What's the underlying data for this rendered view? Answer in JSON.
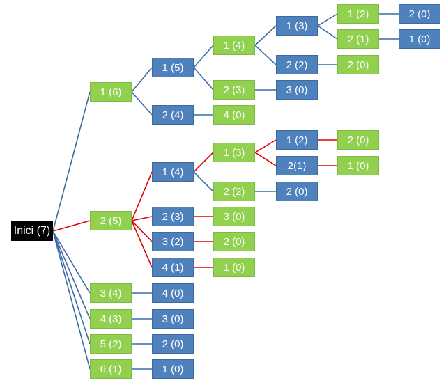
{
  "colors": {
    "green": "#92d050",
    "blue": "#4f81bd",
    "black": "#000000",
    "edge_blue": "#3a6aa8",
    "edge_red": "#e00000"
  },
  "nodes": [
    {
      "id": "root",
      "label": "Inici (7)",
      "color": "black"
    },
    {
      "id": "n16",
      "label": "1 (6)",
      "color": "green"
    },
    {
      "id": "n25",
      "label": "2 (5)",
      "color": "green"
    },
    {
      "id": "n34",
      "label": "3 (4)",
      "color": "green"
    },
    {
      "id": "n43",
      "label": "4 (3)",
      "color": "green"
    },
    {
      "id": "n52",
      "label": "5 (2)",
      "color": "green"
    },
    {
      "id": "n61",
      "label": "6 (1)",
      "color": "green"
    },
    {
      "id": "a15",
      "label": "1 (5)",
      "color": "blue"
    },
    {
      "id": "a24",
      "label": "2 (4)",
      "color": "blue"
    },
    {
      "id": "a14",
      "label": "1 (4)",
      "color": "green"
    },
    {
      "id": "a23",
      "label": "2 (3)",
      "color": "green"
    },
    {
      "id": "a40",
      "label": "4 (0)",
      "color": "green"
    },
    {
      "id": "a13",
      "label": "1 (3)",
      "color": "blue"
    },
    {
      "id": "a22",
      "label": "2 (2)",
      "color": "blue"
    },
    {
      "id": "a30",
      "label": "3 (0)",
      "color": "blue"
    },
    {
      "id": "a12",
      "label": "1 (2)",
      "color": "green"
    },
    {
      "id": "a21",
      "label": "2 (1)",
      "color": "green"
    },
    {
      "id": "a20",
      "label": "2 (0)",
      "color": "green"
    },
    {
      "id": "a20b",
      "label": "2 (0)",
      "color": "blue"
    },
    {
      "id": "a10",
      "label": "1 (0)",
      "color": "blue"
    },
    {
      "id": "b14",
      "label": "1 (4)",
      "color": "blue"
    },
    {
      "id": "b23",
      "label": "2 (3)",
      "color": "blue"
    },
    {
      "id": "b32",
      "label": "3 (2)",
      "color": "blue"
    },
    {
      "id": "b41",
      "label": "4 (1)",
      "color": "blue"
    },
    {
      "id": "b13",
      "label": "1 (3)",
      "color": "green"
    },
    {
      "id": "b22",
      "label": "2 (2)",
      "color": "green"
    },
    {
      "id": "b30",
      "label": "3 (0)",
      "color": "green"
    },
    {
      "id": "b20",
      "label": "2 (0)",
      "color": "green"
    },
    {
      "id": "b10",
      "label": "1 (0)",
      "color": "green"
    },
    {
      "id": "b12",
      "label": "1 (2)",
      "color": "blue"
    },
    {
      "id": "b21",
      "label": "2(1)",
      "color": "blue"
    },
    {
      "id": "b20b",
      "label": "2 (0)",
      "color": "blue"
    },
    {
      "id": "b20c",
      "label": "2 (0)",
      "color": "green"
    },
    {
      "id": "b10b",
      "label": "1 (0)",
      "color": "green"
    },
    {
      "id": "c40",
      "label": "4 (0)",
      "color": "blue"
    },
    {
      "id": "c30",
      "label": "3 (0)",
      "color": "blue"
    },
    {
      "id": "c20",
      "label": "2 (0)",
      "color": "blue"
    },
    {
      "id": "c10",
      "label": "1 (0)",
      "color": "blue"
    }
  ],
  "edges": [
    {
      "from": "root",
      "to": "n16",
      "color": "blue"
    },
    {
      "from": "root",
      "to": "n25",
      "color": "red"
    },
    {
      "from": "root",
      "to": "n34",
      "color": "blue"
    },
    {
      "from": "root",
      "to": "n43",
      "color": "blue"
    },
    {
      "from": "root",
      "to": "n52",
      "color": "blue"
    },
    {
      "from": "root",
      "to": "n61",
      "color": "blue"
    },
    {
      "from": "n16",
      "to": "a15",
      "color": "blue"
    },
    {
      "from": "n16",
      "to": "a24",
      "color": "blue"
    },
    {
      "from": "a15",
      "to": "a14",
      "color": "blue"
    },
    {
      "from": "a15",
      "to": "a23",
      "color": "blue"
    },
    {
      "from": "a24",
      "to": "a40",
      "color": "blue"
    },
    {
      "from": "a14",
      "to": "a13",
      "color": "blue"
    },
    {
      "from": "a14",
      "to": "a22",
      "color": "blue"
    },
    {
      "from": "a23",
      "to": "a30",
      "color": "blue"
    },
    {
      "from": "a13",
      "to": "a12",
      "color": "blue"
    },
    {
      "from": "a13",
      "to": "a21",
      "color": "blue"
    },
    {
      "from": "a22",
      "to": "a20",
      "color": "blue"
    },
    {
      "from": "a12",
      "to": "a20b",
      "color": "blue"
    },
    {
      "from": "a21",
      "to": "a10",
      "color": "blue"
    },
    {
      "from": "n25",
      "to": "b14",
      "color": "red"
    },
    {
      "from": "n25",
      "to": "b23",
      "color": "red"
    },
    {
      "from": "n25",
      "to": "b32",
      "color": "red"
    },
    {
      "from": "n25",
      "to": "b41",
      "color": "red"
    },
    {
      "from": "b14",
      "to": "b13",
      "color": "red"
    },
    {
      "from": "b14",
      "to": "b22",
      "color": "blue"
    },
    {
      "from": "b23",
      "to": "b30",
      "color": "red"
    },
    {
      "from": "b32",
      "to": "b20",
      "color": "red"
    },
    {
      "from": "b41",
      "to": "b10",
      "color": "red"
    },
    {
      "from": "b13",
      "to": "b12",
      "color": "red"
    },
    {
      "from": "b13",
      "to": "b21",
      "color": "red"
    },
    {
      "from": "b22",
      "to": "b20b",
      "color": "blue"
    },
    {
      "from": "b12",
      "to": "b20c",
      "color": "red"
    },
    {
      "from": "b21",
      "to": "b10b",
      "color": "red"
    },
    {
      "from": "n34",
      "to": "c40",
      "color": "blue"
    },
    {
      "from": "n43",
      "to": "c30",
      "color": "blue"
    },
    {
      "from": "n52",
      "to": "c20",
      "color": "blue"
    },
    {
      "from": "n61",
      "to": "c10",
      "color": "blue"
    }
  ]
}
